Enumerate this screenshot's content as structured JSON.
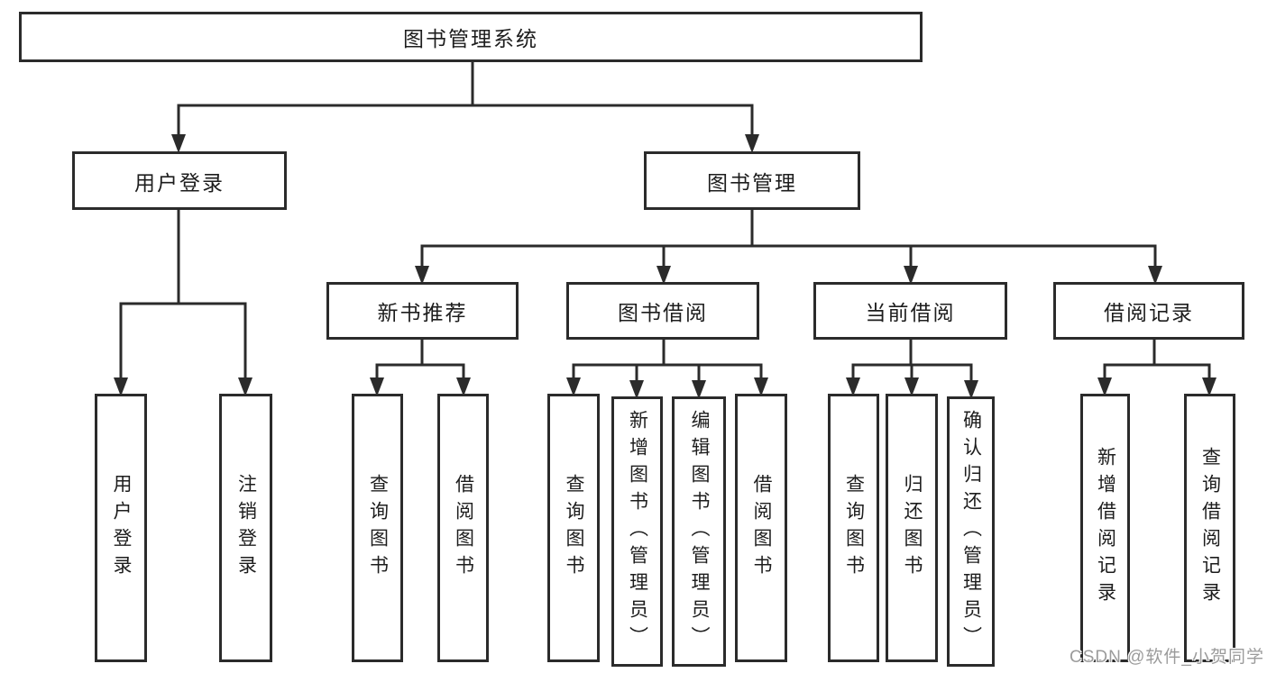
{
  "tree": {
    "label": "图书管理系统",
    "children": [
      {
        "label": "用户登录",
        "children": [
          {
            "label": "用户登录"
          },
          {
            "label": "注销登录"
          }
        ]
      },
      {
        "label": "图书管理",
        "children": [
          {
            "label": "新书推荐",
            "children": [
              {
                "label": "查询图书"
              },
              {
                "label": "借阅图书"
              }
            ]
          },
          {
            "label": "图书借阅",
            "children": [
              {
                "label": "查询图书"
              },
              {
                "label": "新增图书（管理员）"
              },
              {
                "label": "编辑图书（管理员）"
              },
              {
                "label": "借阅图书"
              }
            ]
          },
          {
            "label": "当前借阅",
            "children": [
              {
                "label": "查询图书"
              },
              {
                "label": "归还图书"
              },
              {
                "label": "确认归还（管理员）"
              }
            ]
          },
          {
            "label": "借阅记录",
            "children": [
              {
                "label": "新增借阅记录"
              },
              {
                "label": "查询借阅记录"
              }
            ]
          }
        ]
      }
    ]
  },
  "watermark": {
    "text": "CSDN @软件_小贺同学"
  },
  "colors": {
    "line": "#2b2b2b",
    "box_border": "#2b2b2b",
    "text": "#1d1d1d",
    "watermark": "#9b9b9b",
    "background": "#ffffff"
  }
}
